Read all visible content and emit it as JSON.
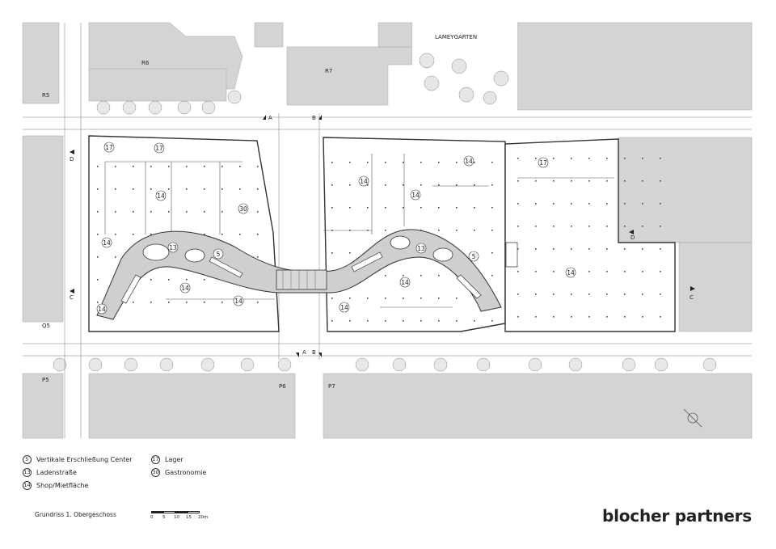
{
  "map": {
    "streets": {
      "lameygarten": "LAMEYGARTEN"
    },
    "blocks": {
      "r6": "R6",
      "r7": "R7",
      "r5": "R5",
      "q5": "Q5",
      "p5": "P5",
      "p6": "P6",
      "p7": "P7"
    },
    "section_markers": {
      "a": "A",
      "b": "B",
      "c": "C",
      "d": "D"
    },
    "room_numbers": [
      "17",
      "14",
      "30",
      "13",
      "5"
    ]
  },
  "legend": {
    "items": [
      {
        "number": "5",
        "label": "Vertikale Erschließung Center"
      },
      {
        "number": "13",
        "label": "Ladenstraße"
      },
      {
        "number": "14",
        "label": "Shop/Mietfläche"
      },
      {
        "number": "17",
        "label": "Lager"
      },
      {
        "number": "30",
        "label": "Gastronomie"
      }
    ]
  },
  "caption": "Grundriss 1. Obergeschoss",
  "scale_bar": {
    "ticks": [
      "0",
      "5",
      "10",
      "15",
      "20m"
    ]
  },
  "brand": "blocher partners",
  "colors": {
    "building_fill": "#d4d4d4",
    "street": "#ffffff",
    "line": "#333333",
    "mall_street": "#cfcfcf"
  }
}
